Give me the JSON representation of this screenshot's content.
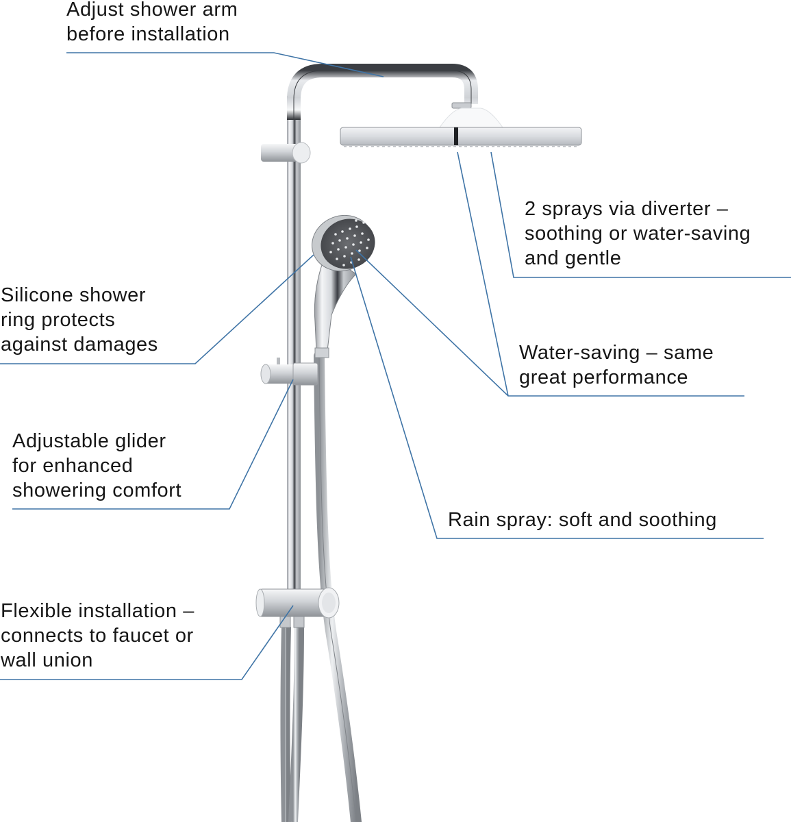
{
  "diagram": {
    "subject": "Shower system with overhead rain shower and hand shower",
    "leader_color": "#3f74a6",
    "callouts": [
      {
        "id": "shower-arm",
        "lines": [
          "Adjust shower arm",
          "before installation"
        ]
      },
      {
        "id": "sprays-diverter",
        "lines": [
          "2 sprays via diverter –",
          "soothing or water-saving",
          "and gentle"
        ]
      },
      {
        "id": "silicone-ring",
        "lines": [
          "Silicone shower",
          "ring protects",
          "against damages"
        ]
      },
      {
        "id": "water-saving",
        "lines": [
          "Water-saving – same",
          "great performance"
        ]
      },
      {
        "id": "glider",
        "lines": [
          "Adjustable glider",
          "for enhanced",
          "showering comfort"
        ]
      },
      {
        "id": "rain-spray",
        "lines": [
          "Rain spray: soft and soothing"
        ]
      },
      {
        "id": "flexible-installation",
        "lines": [
          "Flexible installation –",
          "connects to faucet or",
          "wall union"
        ]
      }
    ]
  }
}
